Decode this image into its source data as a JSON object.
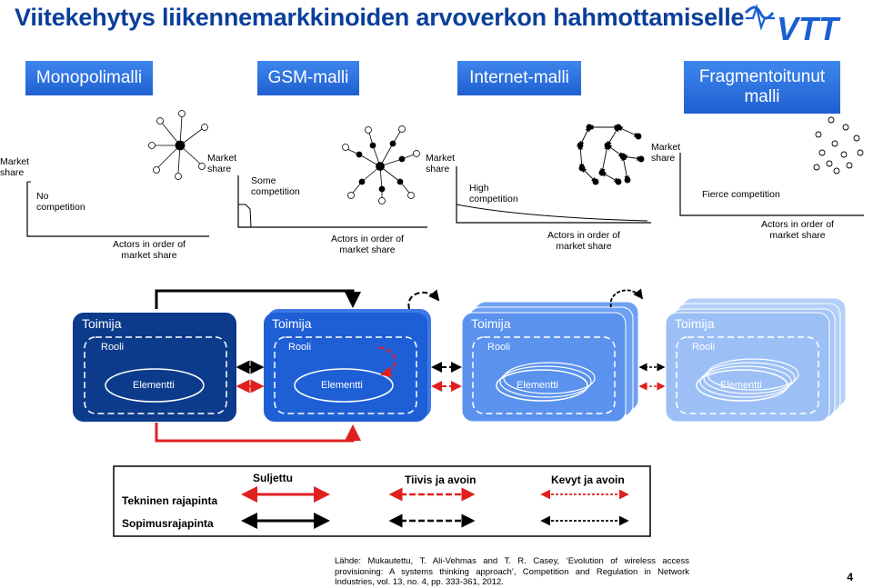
{
  "title": "Viitekehytys liikennemarkkinoiden arvoverkon hahmottamiselle",
  "logo_text": "VTT",
  "models": [
    "Monopolimalli",
    "GSM-malli",
    "Internet-malli",
    "Fragmentoitunut malli"
  ],
  "charts": [
    {
      "y_axis": "Market share",
      "x_axis": "Actors in order of market share",
      "competition": "No competition"
    },
    {
      "y_axis": "Market share",
      "x_axis": "Actors in order of market share",
      "competition": "Some competition"
    },
    {
      "y_axis": "Market share",
      "x_axis": "Actors in order of market share",
      "competition": "High competition"
    },
    {
      "y_axis": "Market share",
      "x_axis": "Actors in order of market share",
      "competition": "Fierce competition"
    }
  ],
  "boxes": [
    {
      "actor": "Toimija",
      "role": "Rooli",
      "element": "Elementti",
      "color": "#0d3b8c"
    },
    {
      "actor": "Toimija",
      "role": "Rooli",
      "element": "Elementti",
      "color": "#1f5fd6"
    },
    {
      "actor": "Toimija",
      "role": "Rooli",
      "element": "Elementti",
      "color": "#5b92ee"
    },
    {
      "actor": "Toimija",
      "role": "Rooli",
      "element": "Elementti",
      "color": "#9cc0f6"
    }
  ],
  "legend": {
    "columns": [
      "Suljettu",
      "Tiivis ja avoin",
      "Kevyt ja avoin"
    ],
    "rows": [
      "Tekninen rajapinta",
      "Sopimusrajapinta"
    ]
  },
  "colors": {
    "technical": "#e02020",
    "contract": "#000000",
    "accent": "#0a3f9a"
  },
  "source": "Lähde: Mukautettu, T. Ali-Vehmas and T. R. Casey, ‘Evolution of wireless access provisioning: A systems thinking approach’, Competition and Regulation in Network Industries, vol. 13, no. 4, pp. 333-361, 2012.",
  "page_number": "4"
}
